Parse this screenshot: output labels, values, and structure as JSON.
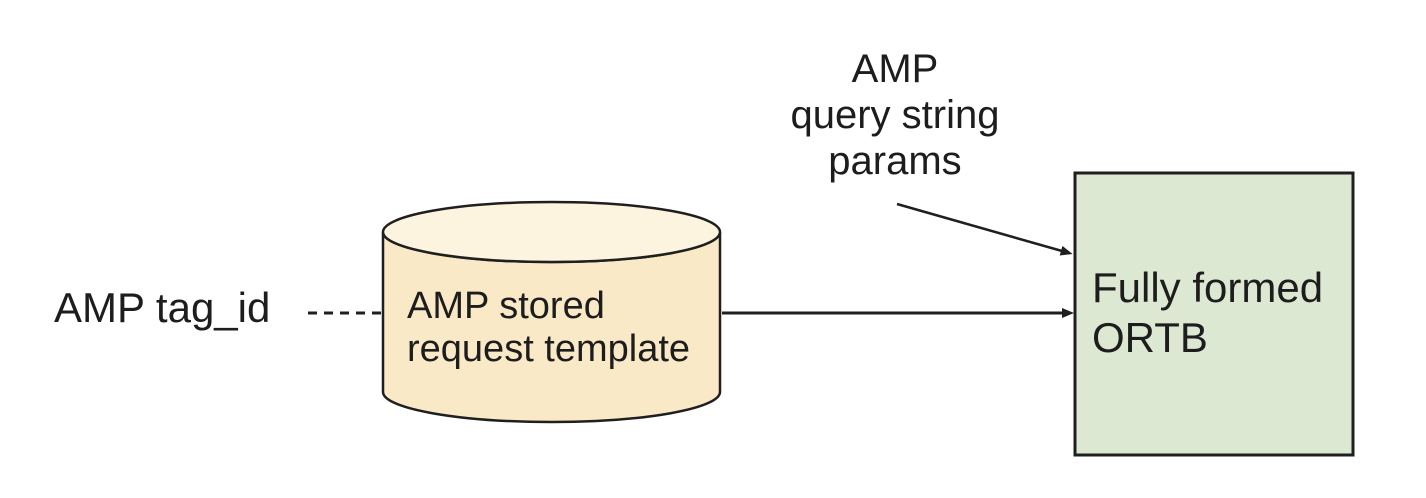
{
  "diagram": {
    "nodes": {
      "amp_tag_id": {
        "label": "AMP tag_id"
      },
      "query_params": {
        "lines": [
          "AMP",
          "query string",
          "params"
        ]
      },
      "stored_request": {
        "shape": "cylinder",
        "lines": [
          "AMP stored",
          "request template"
        ],
        "fill": "#fae9c6",
        "top_fill": "#fdf4df"
      },
      "ortb": {
        "shape": "rectangle",
        "lines": [
          "Fully formed",
          "ORTB"
        ],
        "fill": "#dce8d2"
      }
    },
    "connectors": {
      "tag_id_to_stored_request": "dashed-line",
      "stored_request_to_ortb": "solid-arrow",
      "query_params_to_ortb": "solid-arrow"
    },
    "colors": {
      "background": "#ffffff",
      "stroke": "#1f1f1f",
      "text": "#1d1d1d"
    }
  }
}
